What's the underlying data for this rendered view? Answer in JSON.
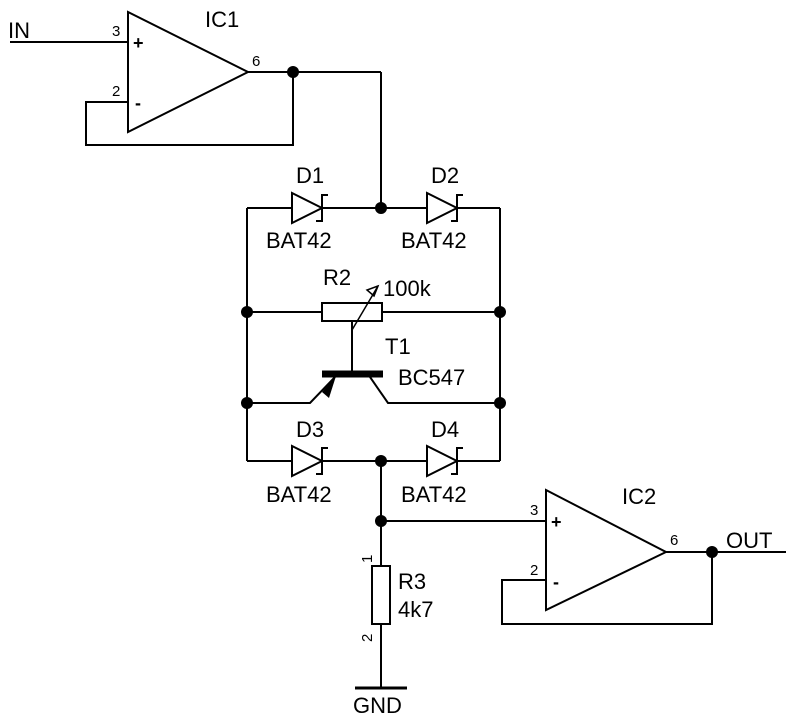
{
  "components": {
    "ic1": {
      "name": "IC1",
      "pins": {
        "in_plus": "3",
        "in_minus": "2",
        "out": "6"
      },
      "signs": {
        "plus": "+",
        "minus": "-"
      }
    },
    "ic2": {
      "name": "IC2",
      "pins": {
        "in_plus": "3",
        "in_minus": "2",
        "out": "6"
      },
      "signs": {
        "plus": "+",
        "minus": "-"
      }
    },
    "d1": {
      "name": "D1",
      "part": "BAT42"
    },
    "d2": {
      "name": "D2",
      "part": "BAT42"
    },
    "d3": {
      "name": "D3",
      "part": "BAT42"
    },
    "d4": {
      "name": "D4",
      "part": "BAT42"
    },
    "r2": {
      "name": "R2",
      "value": "100k"
    },
    "r3": {
      "name": "R3",
      "value": "4k7",
      "pins": {
        "top": "1",
        "bottom": "2"
      }
    },
    "t1": {
      "name": "T1",
      "part": "BC547"
    }
  },
  "nets": {
    "input": "IN",
    "output": "OUT",
    "ground": "GND"
  }
}
